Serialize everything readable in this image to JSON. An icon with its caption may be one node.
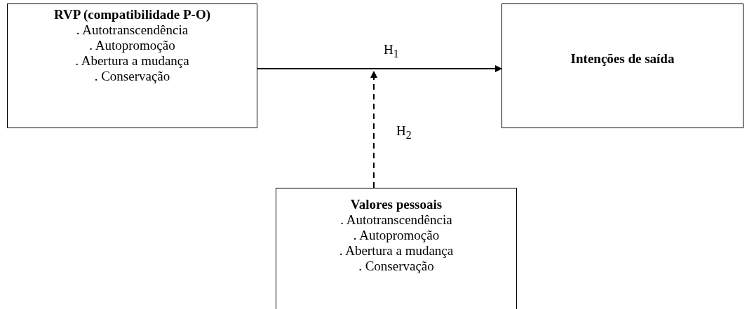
{
  "diagram": {
    "nodes": [
      {
        "text": [
          "RVP (compatibilidade P-O)",
          ". Autotranscendência",
          ". Autopromoção",
          ". Abertura a mudança",
          ". Conservação"
        ]
      },
      {
        "text": [
          "Intenções de saída"
        ]
      },
      {
        "text": [
          "Valores pessoais",
          ". Autotranscendência",
          ". Autopromoção",
          ". Abertura a mudança",
          ". Conservação"
        ]
      }
    ],
    "edges": [
      {
        "from": 0,
        "to": 1,
        "arrow": "to",
        "label": "H$_{1}$"
      },
      {
        "from": 2,
        "to": null,
        "arrow": "to",
        "label": "H$_{2}$",
        "style": "dashed"
      }
    ]
  }
}
